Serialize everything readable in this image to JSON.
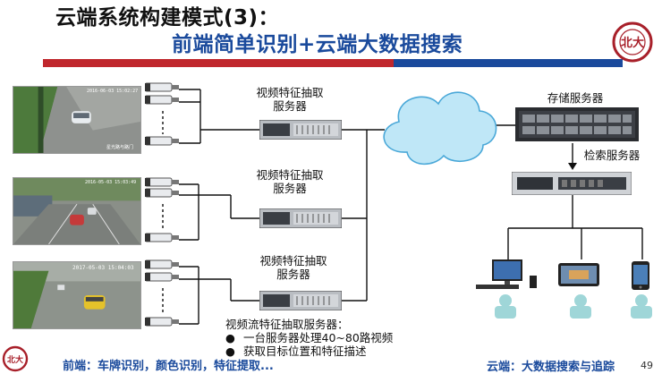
{
  "slide": {
    "title_line1": "云端系统构建模式(3)：",
    "title_line2": "前端简单识别+云端大数据搜索",
    "page_number": "49"
  },
  "diagram": {
    "extract_server_label_1": "视频特征抽取服务器",
    "extract_server_label_2": "视频特征抽取服务器",
    "extract_server_label_3": "视频特征抽取服务器",
    "storage_label": "存储服务器",
    "search_label": "检索服务器",
    "cam1_time": "2016-06-03 15:02:27",
    "cam1_loc": "星光路与路门",
    "cam2_time": "2016-05-03 15:03:49",
    "cam3_time": "2017-05-03 15:04:03"
  },
  "notes": {
    "heading": "视频流特征抽取服务器：",
    "items": [
      "一台服务器处理40~80路视频",
      "获取目标位置和特征描述"
    ]
  },
  "footer": {
    "left": "前端：车牌识别，颜色识别，特征提取...",
    "right": "云端：大数据搜索与追踪"
  },
  "colors": {
    "title_blue": "#1a4a9c",
    "accent_red": "#c0272d",
    "terminal_teal": "#9fd6d8"
  }
}
